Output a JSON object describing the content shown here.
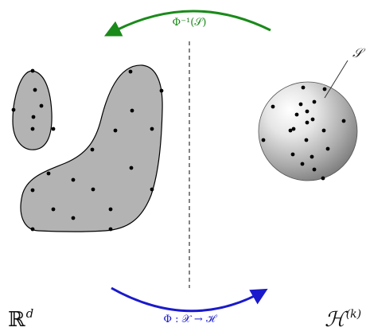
{
  "labels": {
    "inverse_map": "Φ⁻¹(𝒮)",
    "forward_map": "Φ : 𝒳 → ℋ",
    "input_space": "ℝ",
    "input_space_sup": "d",
    "feature_space": "ℋ",
    "feature_space_sup": "(k)",
    "subset": "𝒮"
  },
  "colors": {
    "inverse_arrow": "#1a8a1a",
    "forward_arrow": "#1a1acc",
    "region_fill": "#b3b3b3",
    "outline": "#000000",
    "points": "#000000"
  },
  "icons": {
    "inverse_arrow": "curved-arrow-left",
    "forward_arrow": "curved-arrow-right"
  }
}
